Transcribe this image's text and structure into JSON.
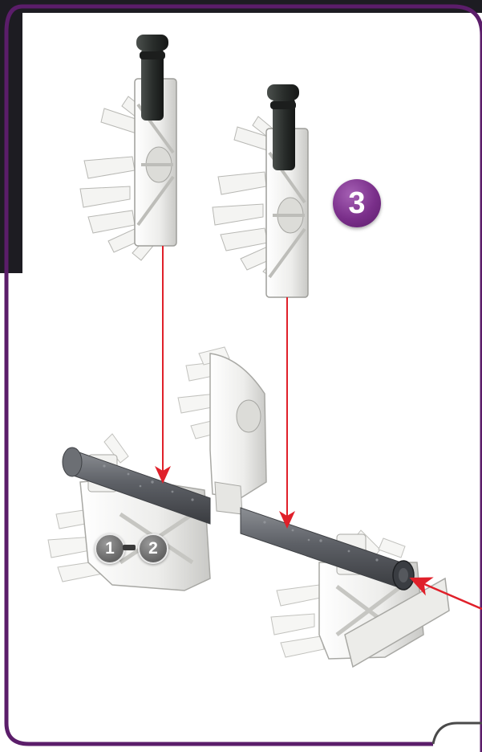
{
  "step": {
    "number": "3",
    "color": "#7a2f8a"
  },
  "sub_steps": {
    "first": "1",
    "second": "2",
    "separator": "-"
  },
  "colors": {
    "frame_border": "#5b1d6a",
    "arrow": "#e0202a",
    "part_white": "#f2f2f0",
    "rod": "#5a5c60",
    "pin": "#2e3230"
  },
  "parts": [
    "connector-plate-left",
    "connector-plate-right",
    "black-pin-left",
    "black-pin-right",
    "rod-left",
    "rod-right",
    "base-hub-center",
    "base-hub-left",
    "base-hub-right",
    "end-cap"
  ]
}
